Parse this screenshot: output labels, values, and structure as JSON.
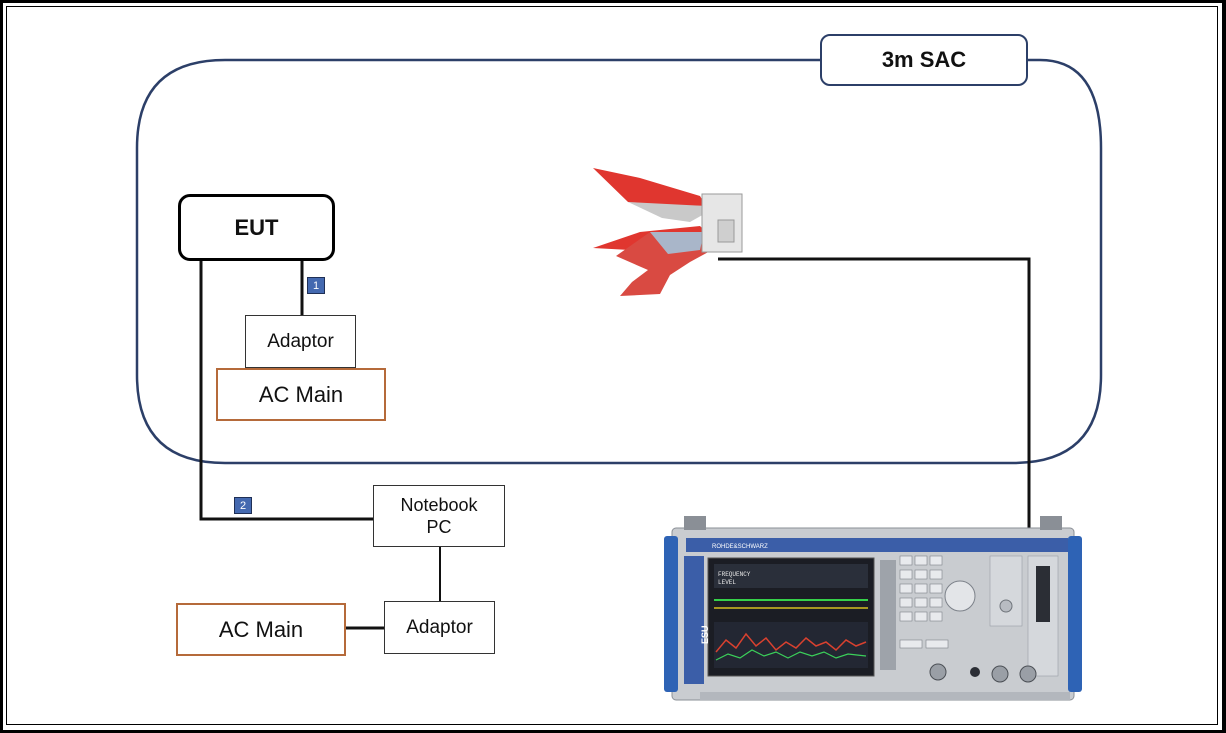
{
  "diagram": {
    "chamber_label": "3m SAC",
    "eut_label": "EUT",
    "inner_adaptor_label": "Adaptor",
    "inner_ac_main_label": "AC Main",
    "notebook_label_line1": "Notebook",
    "notebook_label_line2": "PC",
    "outer_adaptor_label": "Adaptor",
    "outer_ac_main_label": "AC Main",
    "cable_1_label": "1",
    "cable_2_label": "2",
    "receiver_brand_text": "ROHDE&SCHWARZ",
    "receiver_model_text": "ESU",
    "receiver_screen_line1": "FREQUENCY",
    "receiver_screen_line2": "LEVEL"
  },
  "colors": {
    "chamber_border": "#2c3f68",
    "ac_main_border": "#b56a3a",
    "badge_fill": "#4469b0",
    "antenna_red": "#e0362f",
    "receiver_blue": "#3b5ea8",
    "receiver_gray": "#c9ccd0"
  },
  "icons": {
    "antenna": "horn-antenna-icon",
    "receiver": "emi-test-receiver-icon"
  }
}
